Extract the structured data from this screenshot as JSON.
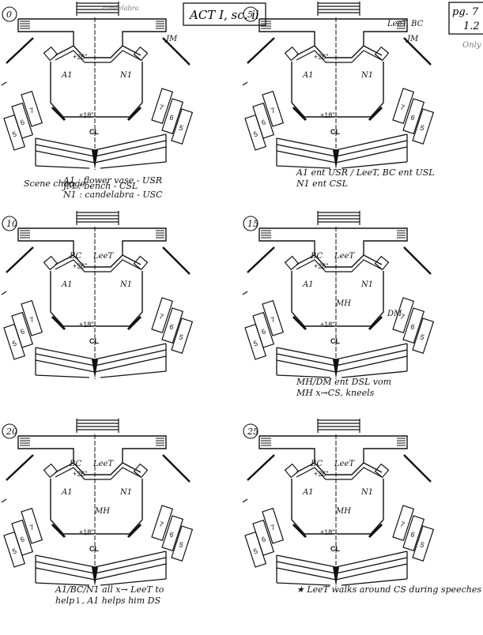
{
  "header": {
    "act_scene": "ACT I, sc. ii",
    "page_label": "pg. 7",
    "page_sub": "1.2",
    "pencil_note": "Only"
  },
  "stage_labels": {
    "platform_height": "+36\"",
    "apron_height": "+18\"",
    "center_line": "CL",
    "seat_row_a": "7",
    "seat_row_b": "6",
    "seat_row_c": "5"
  },
  "diagrams": [
    {
      "number": "0",
      "actors": [
        "A1",
        "N1",
        "JM"
      ],
      "extra": "candelabra",
      "notes": [
        "Scene change",
        "A1 : flower vase - USR",
        "JM : bench - CSL",
        "N1 : candelabra - USC"
      ]
    },
    {
      "number": "5",
      "actors": [
        "A1",
        "LeeT, BC",
        "N1",
        "JM"
      ],
      "notes": [
        "A1 ent USR / LeeT, BC ent USL",
        "N1 ent CSL"
      ]
    },
    {
      "number": "10",
      "actors": [
        "BC",
        "LeeT",
        "A1",
        "N1"
      ],
      "notes": []
    },
    {
      "number": "15",
      "actors": [
        "BC",
        "LeeT",
        "A1",
        "N1",
        "MH",
        "DM"
      ],
      "notes": [
        "MH/DM ent DSL vom",
        "MH x→CS, kneels"
      ]
    },
    {
      "number": "20",
      "actors": [
        "BC",
        "LeeT",
        "A1",
        "N1",
        "MH"
      ],
      "notes": [
        "A1/BC/N1 all x→ LeeT to",
        "help↓, A1 helps him DS"
      ]
    },
    {
      "number": "25",
      "actors": [
        "BC",
        "LeeT",
        "A1",
        "N1",
        "MH"
      ],
      "notes": [
        "★ LeeT walks around CS during speeches"
      ]
    }
  ]
}
